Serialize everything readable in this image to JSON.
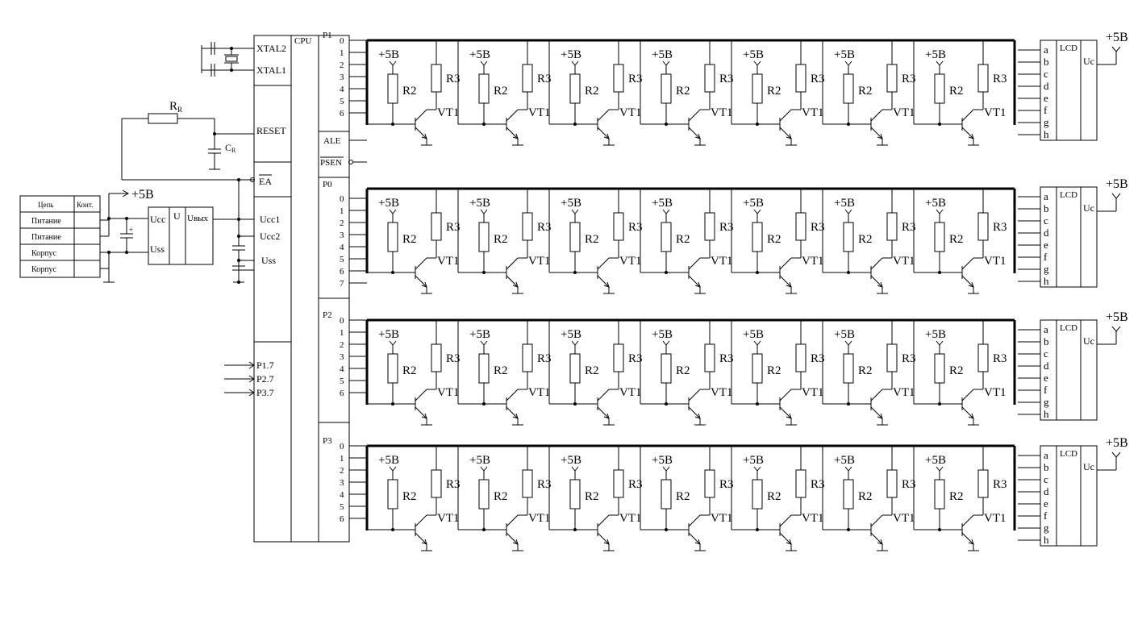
{
  "cpu": {
    "label": "CPU",
    "xtal2": "XTAL2",
    "xtal1": "XTAL1",
    "reset": "RESET",
    "ea": "EA",
    "ucc1": "Ucc1",
    "ucc2": "Ucc2",
    "uss": "Uss",
    "p17": "P1.7",
    "p27": "P2.7",
    "p37": "P3.7",
    "ale": "ALE",
    "psen": "PSEN"
  },
  "reset_circuit": {
    "resistor": "R",
    "resistor_sub": "R",
    "capacitor": "C",
    "capacitor_sub": "R"
  },
  "supply": {
    "label": "+5B",
    "regulator_in": "Ucc",
    "regulator_gnd": "Uss",
    "regulator_mid": "U",
    "regulator_out": "Uвых",
    "cap_polarity": "+"
  },
  "connector_table": {
    "headers": [
      "Цепь",
      "Конт."
    ],
    "rows": [
      "Питание",
      "Питание",
      "Корпус",
      "Корпус"
    ]
  },
  "ports": [
    {
      "name": "P1",
      "pins": [
        "0",
        "1",
        "2",
        "3",
        "4",
        "5",
        "6"
      ]
    },
    {
      "name": "P0",
      "pins": [
        "0",
        "1",
        "2",
        "3",
        "4",
        "5",
        "6",
        "7"
      ]
    },
    {
      "name": "P2",
      "pins": [
        "0",
        "1",
        "2",
        "3",
        "4",
        "5",
        "6"
      ]
    },
    {
      "name": "P3",
      "pins": [
        "0",
        "1",
        "2",
        "3",
        "4",
        "5",
        "6"
      ]
    }
  ],
  "cell": {
    "supply": "+5B",
    "r_base": "R2",
    "r_collector": "R3",
    "transistor": "VT1"
  },
  "lcd": {
    "label": "LCD",
    "uc": "Uc",
    "supply": "+5B",
    "segments": [
      "a",
      "b",
      "c",
      "d",
      "e",
      "f",
      "g",
      "h"
    ]
  }
}
